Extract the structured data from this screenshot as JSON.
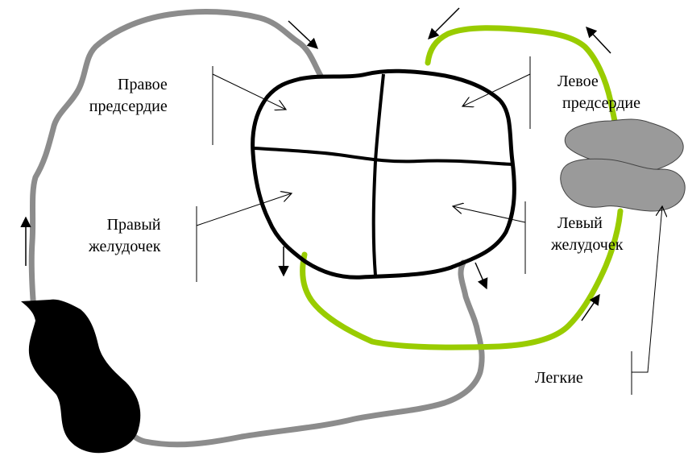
{
  "labels": {
    "right_atrium": [
      "Правое",
      "предсердие"
    ],
    "right_ventricle": [
      "Правый",
      "желудочек"
    ],
    "left_atrium": [
      "Левое",
      "предсердие"
    ],
    "left_ventricle": [
      "Левый",
      "желудочек"
    ],
    "lungs": "Легкие"
  },
  "colors": {
    "systemic_vessel": "#8c8c8c",
    "pulmonary_vessel": "#99cc00",
    "heart_outline": "#000000",
    "lungs_fill": "#9a9a9a",
    "body_organ_fill": "#000000"
  }
}
